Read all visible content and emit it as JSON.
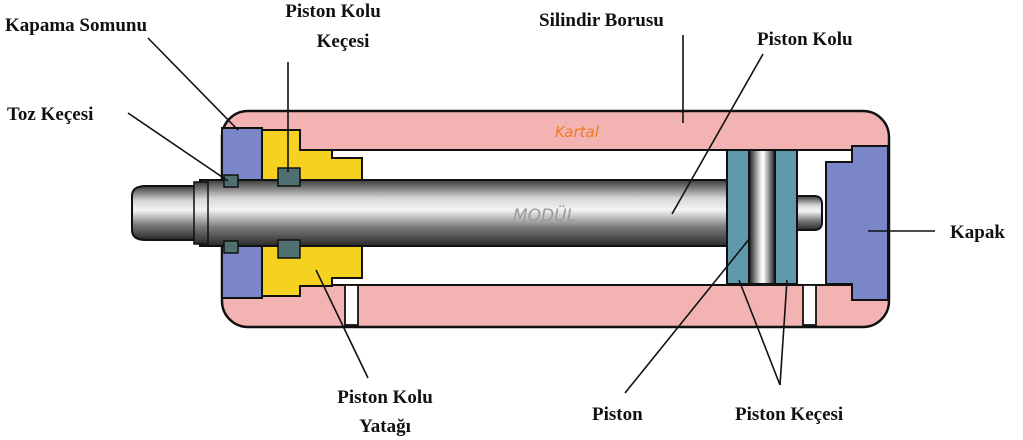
{
  "labels": {
    "kapama_somunu": "Kapama Somunu",
    "piston_kolu_kecesi_line1": "Piston Kolu",
    "piston_kolu_kecesi_line2": "Keçesi",
    "silindir_borusu": "Silindir Borusu",
    "piston_kolu": "Piston Kolu",
    "toz_kecesi": "Toz Keçesi",
    "kapak": "Kapak",
    "piston_kolu_yatagi_line1": "Piston Kolu",
    "piston_kolu_yatagi_line2": "Yatağı",
    "piston": "Piston",
    "piston_kecesi": "Piston Keçesi"
  },
  "watermarks": {
    "tube_mark": "Kartal",
    "rod_mark": "MODÜL"
  },
  "colors": {
    "cylinder_tube": "#f4b3b3",
    "end_cap": "#7b86c8",
    "rod_bearing": "#f5d21f",
    "seal": "#4f6f70",
    "piston_seal": "#5f97ad",
    "outline": "#111111",
    "tube_mark": "#f07a1e",
    "rod_mark": "#9a9a9a"
  }
}
